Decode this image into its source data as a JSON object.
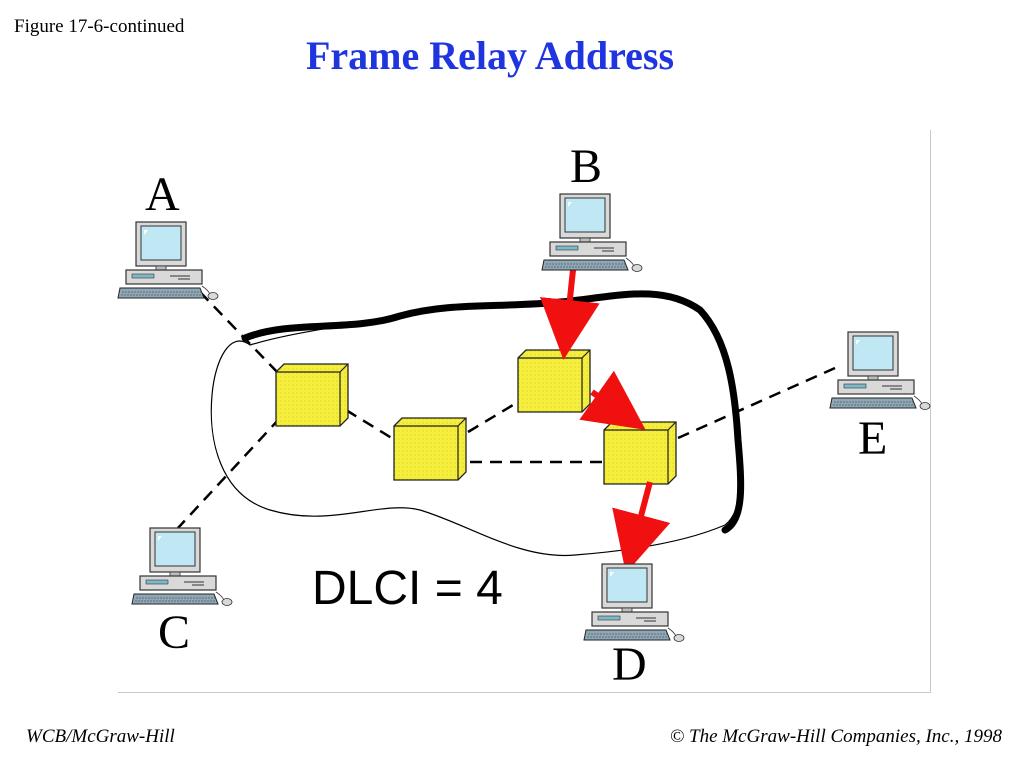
{
  "figure_label": "Figure 17-6-continued",
  "title": "Frame Relay Address",
  "nodes": [
    {
      "id": "A",
      "label": "A"
    },
    {
      "id": "B",
      "label": "B"
    },
    {
      "id": "C",
      "label": "C"
    },
    {
      "id": "D",
      "label": "D"
    },
    {
      "id": "E",
      "label": "E"
    }
  ],
  "dlci_label": "DLCI = 4",
  "path_color": "#f01010",
  "switch_color": "#f4ec3a",
  "network_outline_color": "#000000",
  "footer": {
    "left": "WCB/McGraw-Hill",
    "copyright_symbol": "©",
    "right": "The McGraw-Hill Companies, Inc., 1998"
  }
}
